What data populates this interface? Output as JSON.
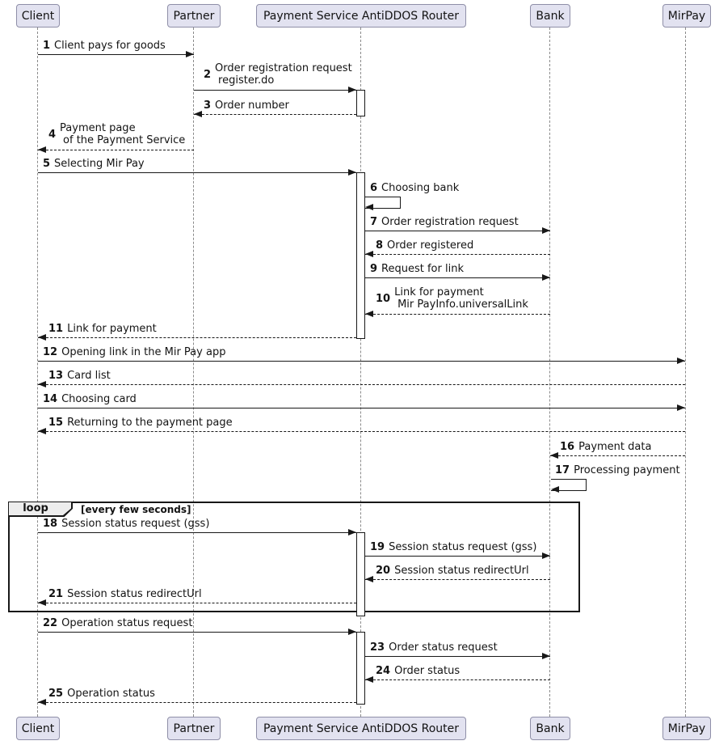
{
  "diagram": {
    "type": "sequence",
    "participants": [
      {
        "name": "Client"
      },
      {
        "name": "Partner"
      },
      {
        "name": "Payment Service AntiDDOS Router"
      },
      {
        "name": "Bank"
      },
      {
        "name": "MirPay"
      }
    ],
    "loop": {
      "keyword": "loop",
      "condition": "[every few seconds]"
    },
    "messages": [
      {
        "num": "1",
        "text": "Client pays for goods",
        "from": "Client",
        "to": "Partner",
        "style": "solid"
      },
      {
        "num": "2",
        "lines": [
          "Order registration request",
          "register.do"
        ],
        "from": "Partner",
        "to": "Payment Service AntiDDOS Router",
        "style": "solid"
      },
      {
        "num": "3",
        "text": "Order number",
        "from": "Payment Service AntiDDOS Router",
        "to": "Partner",
        "style": "dashed"
      },
      {
        "num": "4",
        "lines": [
          "Payment page",
          "of the Payment Service"
        ],
        "from": "Partner",
        "to": "Client",
        "style": "dashed"
      },
      {
        "num": "5",
        "text": "Selecting Mir Pay",
        "from": "Client",
        "to": "Payment Service AntiDDOS Router",
        "style": "solid"
      },
      {
        "num": "6",
        "text": "Choosing bank",
        "from": "Payment Service AntiDDOS Router",
        "to": "Payment Service AntiDDOS Router",
        "style": "solid",
        "kind": "self"
      },
      {
        "num": "7",
        "text": "Order registration request",
        "from": "Payment Service AntiDDOS Router",
        "to": "Bank",
        "style": "solid"
      },
      {
        "num": "8",
        "text": "Order registered",
        "from": "Bank",
        "to": "Payment Service AntiDDOS Router",
        "style": "dashed"
      },
      {
        "num": "9",
        "text": "Request for link",
        "from": "Payment Service AntiDDOS Router",
        "to": "Bank",
        "style": "solid"
      },
      {
        "num": "10",
        "lines": [
          "Link for payment",
          "Mir PayInfo.universalLink"
        ],
        "from": "Bank",
        "to": "Payment Service AntiDDOS Router",
        "style": "dashed"
      },
      {
        "num": "11",
        "text": "Link for payment",
        "from": "Payment Service AntiDDOS Router",
        "to": "Client",
        "style": "dashed"
      },
      {
        "num": "12",
        "text": "Opening link in the Mir Pay app",
        "from": "Client",
        "to": "MirPay",
        "style": "solid"
      },
      {
        "num": "13",
        "text": "Card list",
        "from": "MirPay",
        "to": "Client",
        "style": "dashed"
      },
      {
        "num": "14",
        "text": "Choosing card",
        "from": "Client",
        "to": "MirPay",
        "style": "solid"
      },
      {
        "num": "15",
        "text": "Returning to the payment page",
        "from": "MirPay",
        "to": "Client",
        "style": "dashed"
      },
      {
        "num": "16",
        "text": "Payment data",
        "from": "MirPay",
        "to": "Bank",
        "style": "dashed"
      },
      {
        "num": "17",
        "text": "Processing payment",
        "from": "Bank",
        "to": "Bank",
        "style": "solid",
        "kind": "self"
      },
      {
        "num": "18",
        "text": "Session status request (gss)",
        "from": "Client",
        "to": "Payment Service AntiDDOS Router",
        "style": "solid",
        "in_loop": true
      },
      {
        "num": "19",
        "text": "Session status request (gss)",
        "from": "Payment Service AntiDDOS Router",
        "to": "Bank",
        "style": "solid",
        "in_loop": true
      },
      {
        "num": "20",
        "text": "Session status redirectUrl",
        "from": "Bank",
        "to": "Payment Service AntiDDOS Router",
        "style": "dashed",
        "in_loop": true
      },
      {
        "num": "21",
        "text": "Session status redirectUrl",
        "from": "Payment Service AntiDDOS Router",
        "to": "Client",
        "style": "dashed",
        "in_loop": true
      },
      {
        "num": "22",
        "text": "Operation status request",
        "from": "Client",
        "to": "Payment Service AntiDDOS Router",
        "style": "solid"
      },
      {
        "num": "23",
        "text": "Order status request",
        "from": "Payment Service AntiDDOS Router",
        "to": "Bank",
        "style": "solid"
      },
      {
        "num": "24",
        "text": "Order status",
        "from": "Bank",
        "to": "Payment Service AntiDDOS Router",
        "style": "dashed"
      },
      {
        "num": "25",
        "text": "Operation status",
        "from": "Payment Service AntiDDOS Router",
        "to": "Client",
        "style": "dashed"
      }
    ],
    "colors": {
      "participant_fill": "#E2E2F0",
      "participant_border": "#8f8fa8",
      "line": "#181818",
      "lifeline": "#8a8a8a",
      "loop_tab_fill": "#EDEDED",
      "background": "#ffffff"
    }
  }
}
